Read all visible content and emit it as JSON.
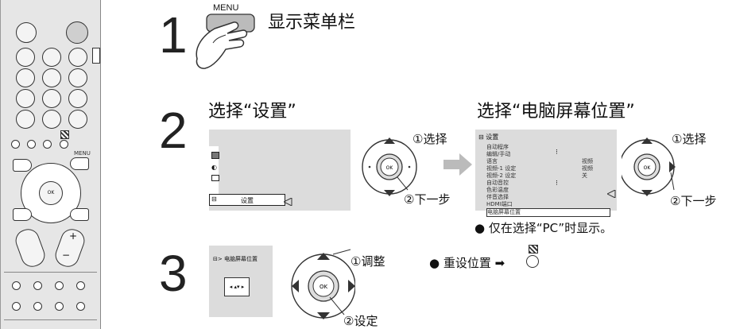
{
  "remote": {
    "menu_label": "MENU",
    "ok_label": "OK",
    "plus_label": "+",
    "minus_label": "−"
  },
  "step1": {
    "number": "1",
    "menu_label": "MENU",
    "text": "显示菜单栏"
  },
  "step2": {
    "number": "2",
    "title_left": "选择“设置”",
    "title_right": "选择“电脑屏幕位置”",
    "left_screen": {
      "setup_label": "设置"
    },
    "right_screen": {
      "header": "设置",
      "items": [
        "自动程序",
        "编辑/手动",
        "语言",
        "视频-1 设定",
        "视频-2 设定",
        "自动音控",
        "色彩温度",
        "伴音选择",
        "HDMI端口",
        "电脑屏幕位置"
      ],
      "values": [
        "视频",
        "视频",
        "关"
      ]
    },
    "select_left": "①选择",
    "next_left": "②下一步",
    "select_right": "①选择",
    "next_right": "②下一步",
    "note": "● 仅在选择“PC”时显示。",
    "ok_label": "OK"
  },
  "step3": {
    "number": "3",
    "screen_label": "> 电脑屏幕位置",
    "adjust": "①调整",
    "set": "②设定",
    "reset": "● 重设位置 ➡",
    "ok_label": "OK"
  }
}
